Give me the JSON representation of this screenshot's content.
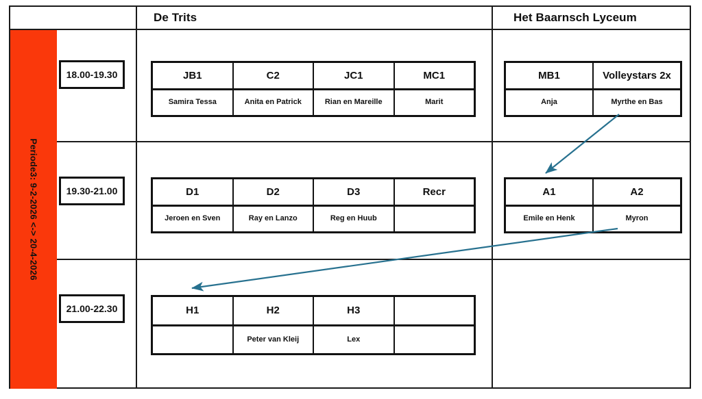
{
  "period": {
    "label": "Periode3: 9-2-2026 <-> 20-4-2026",
    "color": "#fa380b"
  },
  "header": {
    "corner_label": "",
    "locations": [
      {
        "name": "De Trits"
      },
      {
        "name": "Het Baarnsch Lyceum"
      }
    ]
  },
  "timeslots": [
    {
      "label": "18.00-19.30"
    },
    {
      "label": "19.30-21.00"
    },
    {
      "label": "21.00-22.30"
    }
  ],
  "schedule": {
    "de_trits": {
      "slot1": {
        "teams": [
          "JB1",
          "C2",
          "JC1",
          "MC1"
        ],
        "trainers": [
          "Samira Tessa",
          "Anita en Patrick",
          "Rian en Mareille",
          "Marit"
        ]
      },
      "slot2": {
        "teams": [
          "D1",
          "D2",
          "D3",
          "Recr"
        ],
        "trainers": [
          "Jeroen en Sven",
          "Ray en Lanzo",
          "Reg en Huub",
          ""
        ]
      },
      "slot3": {
        "teams": [
          "H1",
          "H2",
          "H3",
          ""
        ],
        "trainers": [
          "",
          "Peter van Kleij",
          "Lex",
          ""
        ]
      }
    },
    "het_baarnsch_lyceum": {
      "slot1": {
        "teams": [
          "MB1",
          "Volleystars 2x"
        ],
        "trainers": [
          "Anja",
          "Myrthe en Bas"
        ]
      },
      "slot2": {
        "teams": [
          "A1",
          "A2"
        ],
        "trainers": [
          "Emile en Henk",
          "Myron"
        ]
      }
    }
  },
  "annotations": {
    "arrow_color": "#27718f",
    "arrows": [
      {
        "name": "arrow-myrthe-en-bas-to-a1",
        "from": "Myrthe en Bas",
        "to": "A1"
      },
      {
        "name": "arrow-myron-to-h1",
        "from": "Myron",
        "to": "H1"
      }
    ]
  }
}
